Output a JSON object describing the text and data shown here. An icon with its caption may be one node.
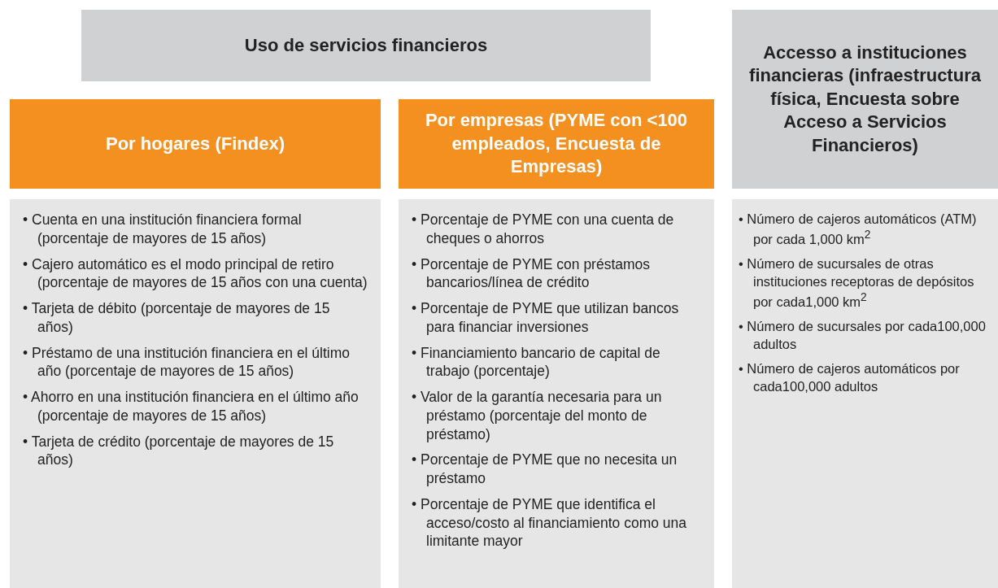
{
  "diagram": {
    "nodes": [
      {
        "text": [
          "Uso de servicios financieros"
        ]
      },
      {
        "text": [
          "Por hogares (Findex)"
        ]
      },
      {
        "text": [
          "Por empresas (PYME con <100 empleados, Encuesta de Empresas)"
        ]
      },
      {
        "text": [
          "Accesso a instituciones financieras (infraestructura física, Encuesta sobre Acceso a Servicios Financieros)"
        ]
      },
      {
        "text": [
          "• Cuenta en una institución financiera formal (porcentaje de mayores de 15 años)",
          "• Cajero automático es el modo principal de retiro (porcentaje de mayores de 15 años con una cuenta)",
          "• Tarjeta de débito (porcentaje de mayores de 15 años)",
          "• Préstamo de una institución financiera en el último año (porcentaje de mayores de 15 años)",
          "• Ahorro en una institución financiera en el último año (porcentaje de mayores de 15 años)",
          "• Tarjeta de crédito (porcentaje de mayores de 15 años)"
        ]
      },
      {
        "text": [
          "• Porcentaje de PYME con una cuenta de cheques o ahorros",
          "• Porcentaje de PYME con préstamos bancarios/línea de crédito",
          "• Porcentaje de PYME que utilizan bancos para financiar inversiones",
          "• Financiamiento bancario de capital de trabajo (porcentaje)",
          "• Valor de la garantía necesaria para un préstamo (porcentaje del monto de préstamo)",
          "• Porcentaje de PYME que no necesita un préstamo",
          "• Porcentaje de PYME que identifica el acceso/costo al financiamiento como una limitante mayor"
        ]
      },
      {
        "text": [
          "• Número de cajeros automáticos (ATM) por cada 1,000 km$^{2}$",
          "• Número de sucursales de otras instituciones receptoras de depósitos por cada1,000 km$^{2}$",
          "• Número de sucursales por cada100,000 adultos",
          "• Número de cajeros automáticos por cada100,000 adultos"
        ]
      }
    ]
  }
}
